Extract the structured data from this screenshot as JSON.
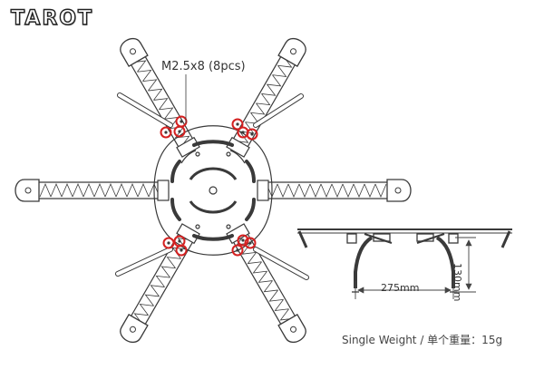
{
  "brand": "TAROT",
  "annotations": {
    "screws": "M2.5x8 (8pcs)",
    "width": "275mm",
    "height": "130mm",
    "weight": "Single Weight / 单个重量：15g"
  },
  "colors": {
    "line": "#3a3a3a",
    "highlight": "#d42020",
    "dimension": "#444444"
  },
  "icons": [
    "hexacopter-frame-top-view",
    "landing-gear-side-view",
    "screw-highlight-circle"
  ]
}
